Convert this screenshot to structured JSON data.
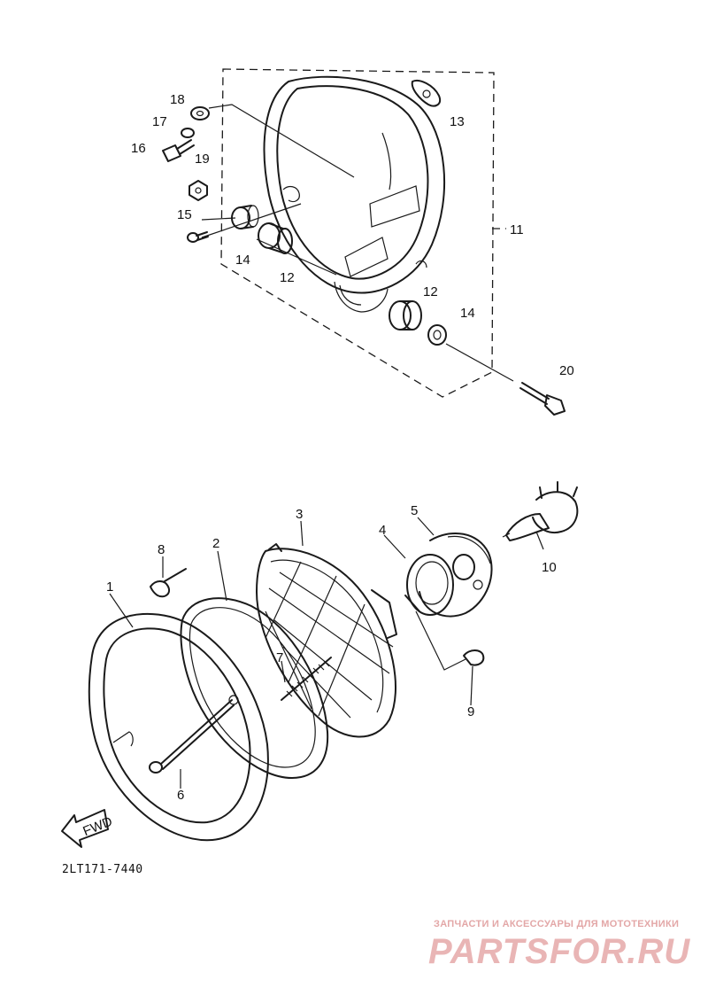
{
  "callouts": [
    "1",
    "2",
    "3",
    "4",
    "5",
    "6",
    "7",
    "8",
    "9",
    "10",
    "11",
    "12",
    "12",
    "13",
    "14",
    "14",
    "15",
    "16",
    "17",
    "18",
    "19",
    "20"
  ],
  "fwd_label": "FWD",
  "diagram_code": "2LT171-7440",
  "watermark": {
    "tagline": "ЗАПЧАСТИ И АКСЕССУАРЫ ДЛЯ МОТОТЕХНИКИ",
    "logo_text": "PARTSFOR.RU",
    "color": "#e9b5b5"
  }
}
